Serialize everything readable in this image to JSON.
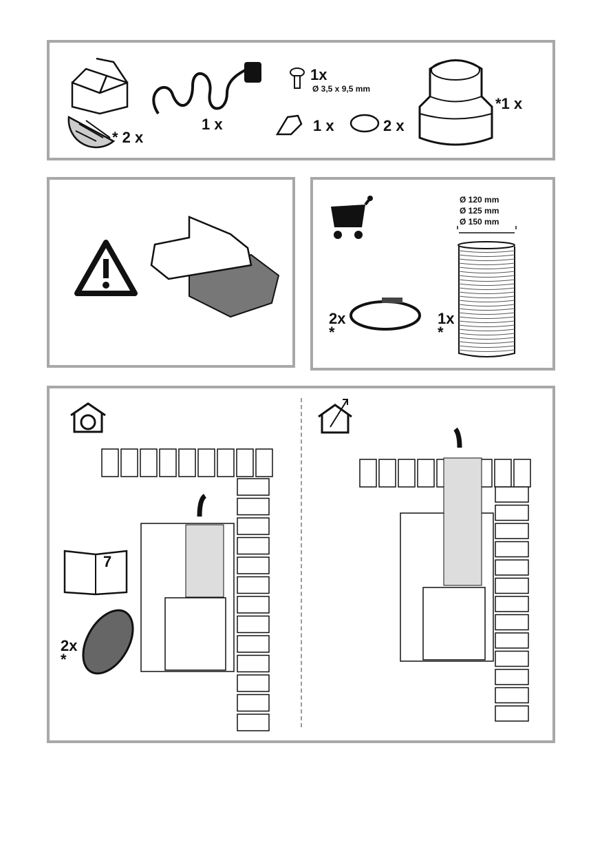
{
  "kit_panel": {
    "filter_qty": "* 2 x",
    "cable_qty": "1 x",
    "screw_qty": "1x",
    "screw_size": "Ø 3,5 x 9,5 mm",
    "clip_qty": "1 x",
    "cap_qty": "2 x",
    "adapter_qty": "*1 x"
  },
  "optional_panel": {
    "diameters": [
      "Ø 120 mm",
      "Ø 125 mm",
      "Ø 150 mm"
    ],
    "clamp_qty": "2x",
    "clamp_note": "*",
    "hose_qty": "1x",
    "hose_note": "*"
  },
  "modes_panel": {
    "manual_page": "7",
    "carbon_filter_qty": "2x",
    "carbon_filter_note": "*"
  }
}
